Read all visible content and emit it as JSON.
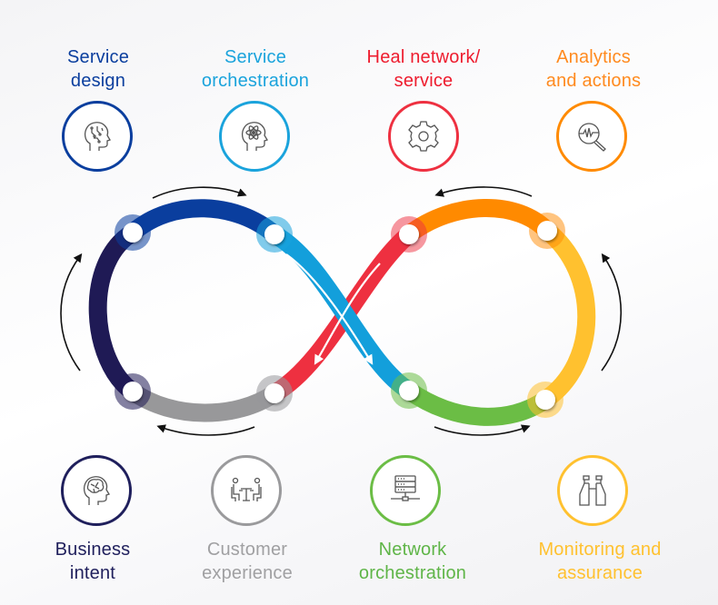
{
  "colors": {
    "service_design": "#0a3e9e",
    "service_orchestration": "#1aa3dc",
    "heal": "#ee3040",
    "analytics": "#ff8a00",
    "business": "#1f1f5c",
    "customer": "#9a9a9c",
    "network": "#6bbd45",
    "monitoring": "#ffc12f"
  },
  "top_stages": [
    {
      "id": "service-design",
      "line1": "Service",
      "line2": "design",
      "icon": "head-circuit-icon",
      "color": "#0a3e9e"
    },
    {
      "id": "service-orchestration",
      "line1": "Service",
      "line2": "orchestration",
      "icon": "head-atom-icon",
      "color": "#1aa3dc"
    },
    {
      "id": "heal-network-service",
      "line1": "Heal network/",
      "line2": "service",
      "icon": "gear-icon",
      "color": "#ee3040"
    },
    {
      "id": "analytics-actions",
      "line1": "Analytics",
      "line2": "and actions",
      "icon": "magnifier-pulse-icon",
      "color": "#ff8a00"
    }
  ],
  "bottom_stages": [
    {
      "id": "business-intent",
      "line1": "Business",
      "line2": "intent",
      "icon": "head-brain-icon",
      "color": "#1f1f5c"
    },
    {
      "id": "customer-experience",
      "line1": "Customer",
      "line2": "experience",
      "icon": "meeting-table-icon",
      "color": "#9a9a9c"
    },
    {
      "id": "network-orchestration",
      "line1": "Network",
      "line2": "orchestration",
      "icon": "server-network-icon",
      "color": "#6bbd45"
    },
    {
      "id": "monitoring-assurance",
      "line1": "Monitoring and",
      "line2": "assurance",
      "icon": "binoculars-icon",
      "color": "#ffc12f"
    }
  ]
}
